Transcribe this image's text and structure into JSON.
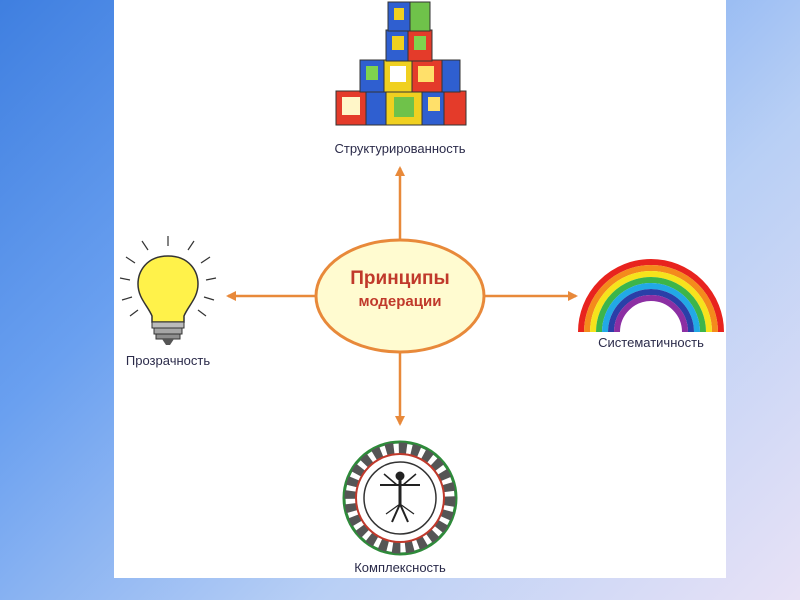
{
  "center": {
    "line1": "Принципы",
    "line2": "модерации"
  },
  "nodes": {
    "top": {
      "label": "Структурированность",
      "icon": "toy-blocks-icon"
    },
    "right": {
      "label": "Систематичность",
      "icon": "rainbow-icon"
    },
    "bottom": {
      "label": "Комплексность",
      "icon": "vitruvian-wheel-icon"
    },
    "left": {
      "label": "Прозрачность",
      "icon": "lightbulb-icon"
    }
  },
  "colors": {
    "arrow": "#e8893a",
    "ellipse_stroke": "#e8893a",
    "ellipse_fill": "#fffbd0",
    "title_text": "#c0392b",
    "label_text": "#2b2b4a"
  }
}
